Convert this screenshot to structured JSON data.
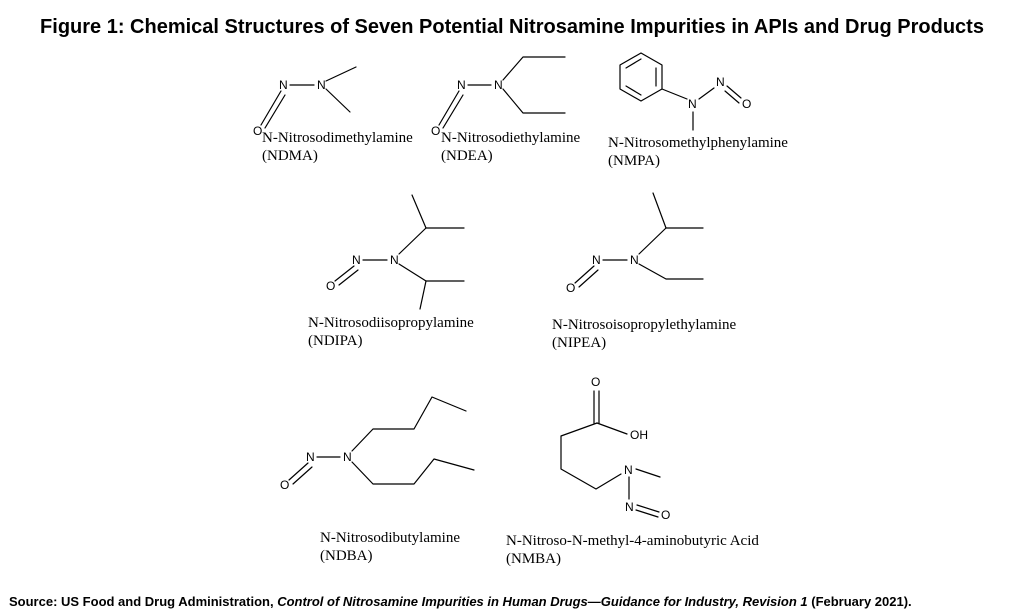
{
  "figure": {
    "title": "Figure 1: Chemical Structures of Seven Potential Nitrosamine Impurities in APIs and Drug Products"
  },
  "atoms": {
    "n": "N",
    "o": "O",
    "oh": "OH"
  },
  "compounds": [
    {
      "name": "N-Nitrosodimethylamine",
      "abbrev": "(NDMA)"
    },
    {
      "name": "N-Nitrosodiethylamine",
      "abbrev": "(NDEA)"
    },
    {
      "name": "N-Nitrosomethylphenylamine",
      "abbrev": "(NMPA)"
    },
    {
      "name": "N-Nitrosodiisopropylamine",
      "abbrev": "(NDIPA)"
    },
    {
      "name": "N-Nitrosoisopropylethylamine",
      "abbrev": "(NIPEA)"
    },
    {
      "name": "N-Nitrosodibutylamine",
      "abbrev": "(NDBA)"
    },
    {
      "name": "N-Nitroso-N-methyl-4-aminobutyric Acid",
      "abbrev": "(NMBA)"
    }
  ],
  "source": {
    "prefix": "Source: US Food and Drug Administration, ",
    "publication": "Control of Nitrosamine Impurities in Human Drugs—Guidance for Industry, Revision 1",
    "suffix": " (February 2021)."
  }
}
